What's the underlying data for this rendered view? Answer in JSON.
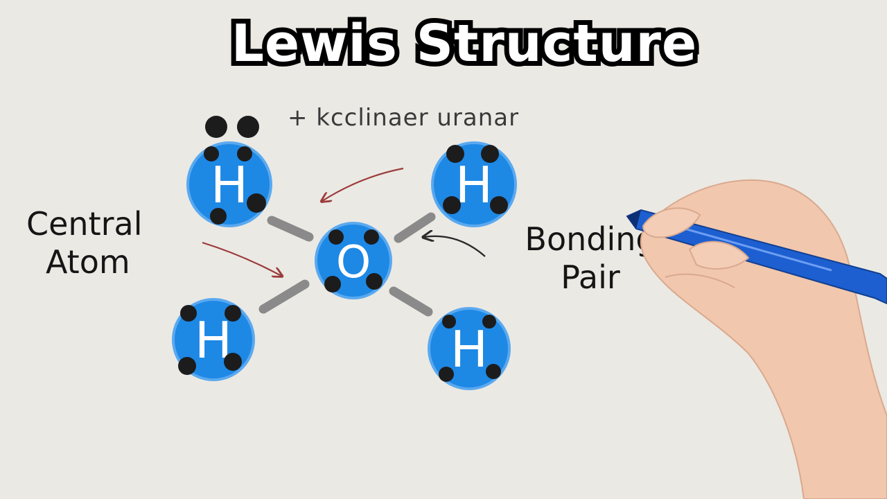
{
  "title": "Lewis Structure",
  "subtitle": "+ kcclinaer uranar",
  "labels": {
    "central_line1": "Central",
    "central_line2": "Atom",
    "bonding_line1": "Bonding",
    "bonding_line2": "Pair"
  },
  "atoms": {
    "oxygen": "O",
    "hydrogen": "H"
  },
  "colors": {
    "background": "#ebe9e4",
    "atom_fill": "#1e88e5",
    "atom_ring": "#5aa9ef",
    "electron": "#1c1c1c",
    "bond": "#8a8a8a",
    "arrow_red": "#9b3b3b",
    "arrow_dark": "#2a2a2a"
  }
}
